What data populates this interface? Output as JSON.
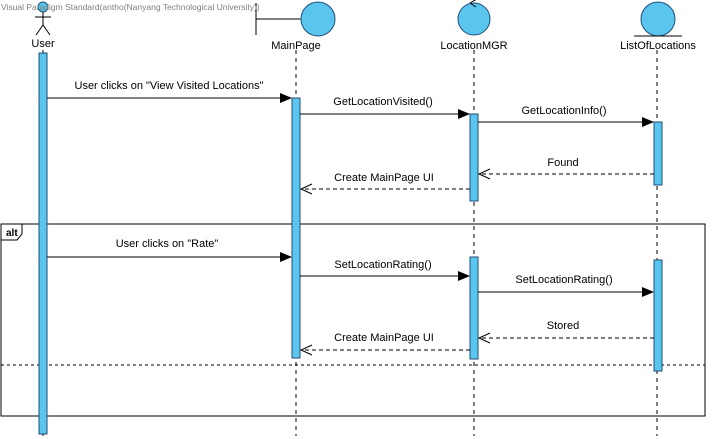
{
  "watermark": "Visual Paradigm Standard(antho(Nanyang Technological University))",
  "lifelines": {
    "user": {
      "name": "User",
      "icon": "actor-icon"
    },
    "main_page": {
      "name": "MainPage",
      "icon": "boundary-icon"
    },
    "location_mgr": {
      "name": "LocationMGR",
      "icon": "control-icon"
    },
    "list_of_locations": {
      "name": "ListOfLocations",
      "icon": "entity-icon"
    }
  },
  "messages": [
    {
      "label": "User clicks on \"View Visited Locations\"",
      "from": "User",
      "to": "MainPage",
      "kind": "synchronous"
    },
    {
      "label": "GetLocationVisited()",
      "from": "MainPage",
      "to": "LocationMGR",
      "kind": "synchronous"
    },
    {
      "label": "GetLocationInfo()",
      "from": "LocationMGR",
      "to": "ListOfLocations",
      "kind": "synchronous"
    },
    {
      "label": "Found",
      "from": "ListOfLocations",
      "to": "LocationMGR",
      "kind": "reply"
    },
    {
      "label": "Create MainPage UI",
      "from": "LocationMGR",
      "to": "MainPage",
      "kind": "reply"
    },
    {
      "label": "User clicks on \"Rate\"",
      "from": "User",
      "to": "MainPage",
      "kind": "synchronous"
    },
    {
      "label": "SetLocationRating()",
      "from": "MainPage",
      "to": "LocationMGR",
      "kind": "synchronous"
    },
    {
      "label": "SetLocationRating()",
      "from": "LocationMGR",
      "to": "ListOfLocations",
      "kind": "synchronous"
    },
    {
      "label": "Stored",
      "from": "ListOfLocations",
      "to": "LocationMGR",
      "kind": "reply"
    },
    {
      "label": "Create MainPage UI",
      "from": "LocationMGR",
      "to": "MainPage",
      "kind": "reply"
    }
  ],
  "fragment": {
    "operator": "alt"
  },
  "colors": {
    "lifeline_fill": "#5ac6f0",
    "lifeline_stroke": "#1f4e79",
    "activation_fill": "#5ac6f0",
    "line": "#000000",
    "watermark_text": "#7f7f7f"
  }
}
